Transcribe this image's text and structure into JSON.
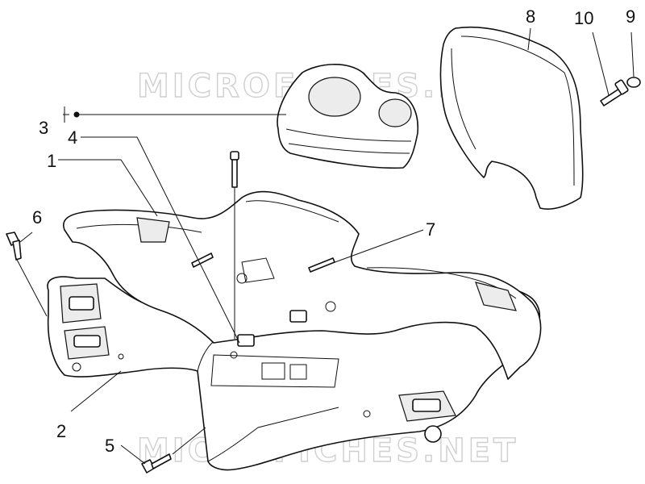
{
  "watermarks": {
    "top": "MICROFICHES.NET",
    "bottom": "MICROFICHES.NET"
  },
  "callouts": {
    "c1": "1",
    "c2": "2",
    "c3": "3",
    "c4": "4",
    "c5": "5",
    "c6": "6",
    "c7": "7",
    "c8": "8",
    "c9": "9",
    "c10": "10"
  },
  "colors": {
    "line": "#111111",
    "watermark": "#cfcfcf",
    "background": "#ffffff"
  }
}
